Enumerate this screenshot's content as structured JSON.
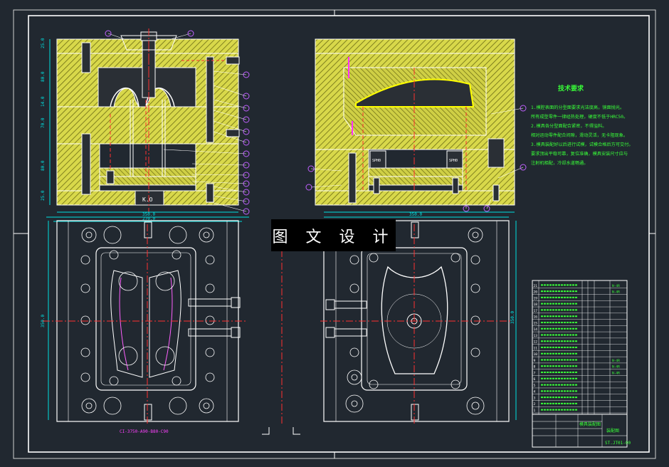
{
  "title_banner": "图 文 设 计",
  "colors": {
    "background": "#212830",
    "frame": "#ffffff",
    "hatch_plate": "#d8d84a",
    "hatch_stroke": "#6b6b14",
    "dimension": "#00e0e0",
    "center_line": "#ff3030",
    "part_outline": "#ffffff",
    "balloon": "#c060ff",
    "tech_text": "#38ff38"
  },
  "views": {
    "top_left": {
      "name": "main-section-view",
      "dims": {
        "left_heights": [
          "25.0",
          "80.0",
          "14.0",
          "70.0",
          "80.0",
          "25.0"
        ],
        "label": "K.O"
      }
    },
    "top_right": {
      "name": "side-section-view",
      "sub_labels": [
        "SPH0",
        "SPH0"
      ]
    },
    "bottom_left": {
      "name": "moving-half-plan-view",
      "dims": {
        "width_outer": "350.0",
        "width_inner": "270.0",
        "height": "350.0"
      },
      "caption": "CI-3750-A90-B80-C90"
    },
    "bottom_right": {
      "name": "fixed-half-plan-view",
      "dims": {
        "width_outer": "350.0",
        "height": "350.0"
      }
    }
  },
  "tech_requirements": {
    "heading": "技术要求",
    "lines": [
      "1.模腔表面的分型面要求光洁度高，镜面抛光。",
      "所有成型零件一律经热处理，硬度不低于HRC50。",
      "2.模具各分型面配合紧密，不得溢料。",
      "相对运动零件配合间隙，滑动灵活，无卡阻现象。",
      "3.模具装配好以后进行试模，试模合格后方可交付。",
      "要求顶出平稳可靠，复位准确，模具安装尺寸应与",
      "注射机相配，冷却水道畅通。"
    ]
  },
  "bom": {
    "rows": [
      "21",
      "20",
      "19",
      "18",
      "17",
      "16",
      "15",
      "14",
      "13",
      "12",
      "11",
      "10",
      "9",
      "8",
      "7",
      "6",
      "5",
      "4",
      "3",
      "2",
      "1"
    ],
    "right_notes": [
      "N-4R",
      "N-4R",
      "N-4R",
      "N-4R",
      "N-4R"
    ]
  },
  "title_block": {
    "name": "模具装配图",
    "drawing_no": "ST.JT01-00",
    "sheet_label": "装配图"
  }
}
